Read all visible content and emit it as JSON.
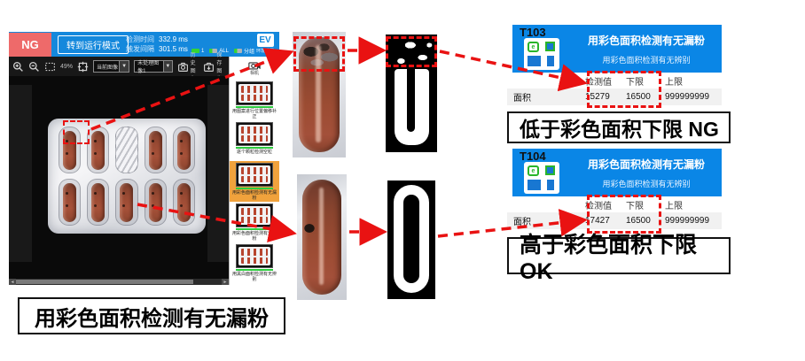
{
  "app": {
    "status_badge": "NG",
    "mode_button": "转到运行模式",
    "stat1_label": "检测时间",
    "stat1_value": "332.9 ms",
    "stat2_label": "触发间隔",
    "stat2_value": "301.5 ms",
    "indicator1": "1",
    "indicator2": "ALL",
    "indicator3": "分组",
    "env_logo": "EV",
    "env_label": "环境设置",
    "toolbar": {
      "zoom_level": "49%",
      "image_select": "当前图像",
      "display_select": "未处理图像1",
      "history_label": "历史图像",
      "save_label": "保存图像",
      "camera_label": "相机",
      "dropdown_arrow": "▼",
      "scroll_left": "◄",
      "scroll_right": "►"
    },
    "sidebar_items": [
      {
        "label": "用图案进行位置偏移补正"
      },
      {
        "label": "逐个颗粒检测空粒"
      },
      {
        "label": "用彩色面积检测有无漏粉"
      },
      {
        "label": "用彩色面积检测有无漏粉"
      },
      {
        "label": "用黑白面积检测有无辨别"
      }
    ]
  },
  "panels": [
    {
      "id": "T103",
      "title": "用彩色面积检测有无漏粉",
      "subtitle": "用彩色面积检测有无辨别",
      "col1": "检测值",
      "col2": "下限",
      "col3": "上限",
      "row_label": "面积",
      "v1": "15279",
      "v2": "16500",
      "v3": "999999999",
      "caption": "低于彩色面积下限 NG"
    },
    {
      "id": "T104",
      "title": "用彩色面积检测有无漏粉",
      "subtitle": "用彩色面积检测有无辨别",
      "col1": "检测值",
      "col2": "下限",
      "col3": "上限",
      "row_label": "面积",
      "v1": "17427",
      "v2": "16500",
      "v3": "999999999",
      "caption": "高于彩色面积下限 OK"
    }
  ],
  "bottom_caption": "用彩色面积检测有无漏粉",
  "colors": {
    "accent_blue": "#1488dc",
    "panel_blue": "#0a86e6",
    "ng_red": "#ee6a6a",
    "annotation_red": "#e91212",
    "selected_orange": "#f0a23c"
  }
}
